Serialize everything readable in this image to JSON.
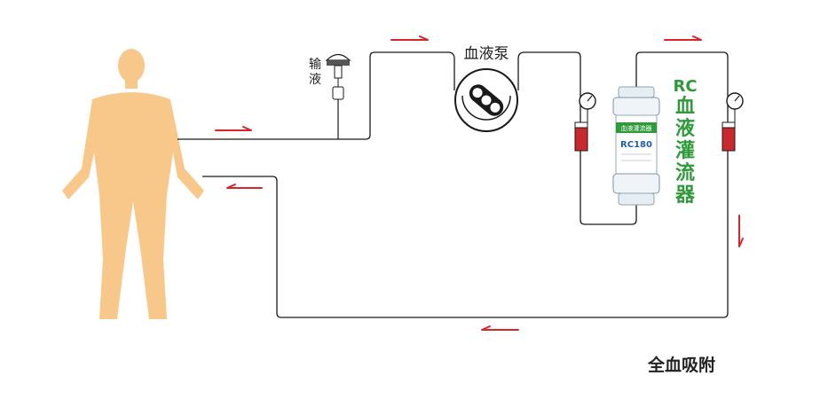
{
  "labels": {
    "infusion": "输液",
    "infusion_chars": [
      "输",
      "液"
    ],
    "blood_pump": "血液泵",
    "perfusion_prefix": "RC",
    "perfusion_chars": [
      "血",
      "液",
      "灌",
      "流",
      "器"
    ],
    "device_product": "RC180",
    "device_tag": "血液灌流器",
    "caption": "全血吸附"
  },
  "colors": {
    "body": "#f8c88a",
    "arrow": "#d9242b",
    "line": "#1a1a1a",
    "device_green": "#2f9a3a",
    "chamber_red": "#c9282d"
  },
  "icons": [
    "human-body-icon",
    "drip-bag-icon",
    "roller-pump-icon",
    "pressure-gauge-icon",
    "drip-chamber-icon",
    "perfusion-cartridge-icon"
  ]
}
